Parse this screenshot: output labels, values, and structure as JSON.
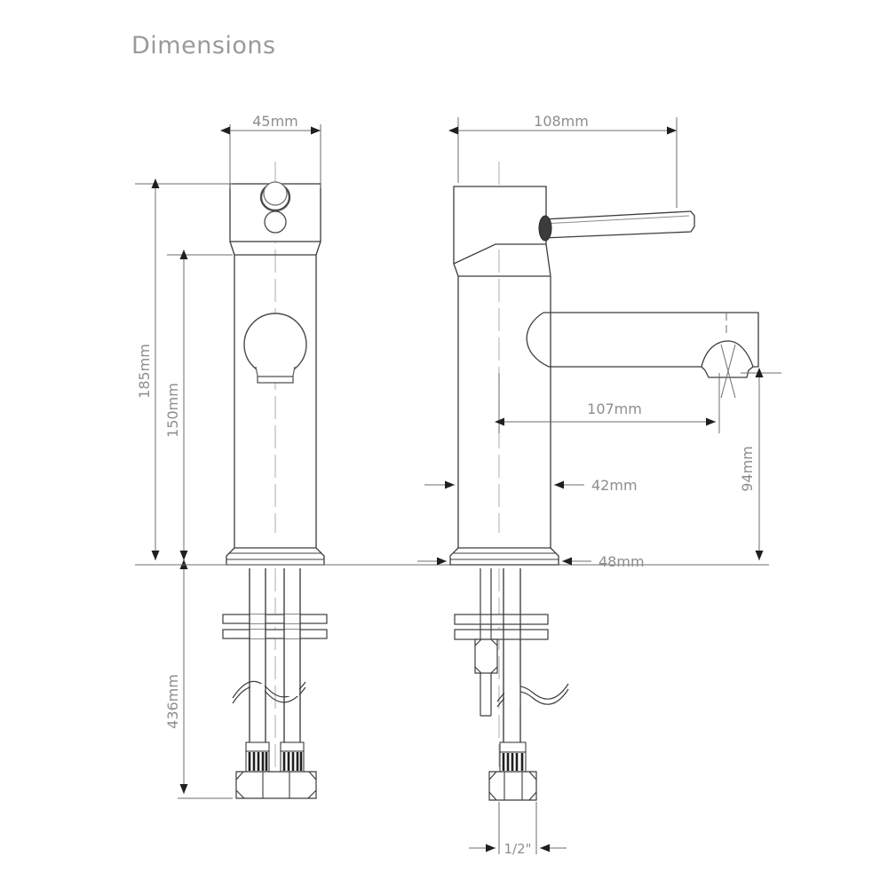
{
  "page": {
    "title": "Dimensions",
    "background_color": "#ffffff",
    "line_color": "#3c3c3c",
    "dimension_line_color": "#6e6e6e",
    "dimension_text_color": "#8d8d8d",
    "centerline_color": "#b5b5b5",
    "title_color": "#9a9a9a"
  },
  "drawing": {
    "type": "technical-dimension-drawing",
    "subject": "single-lever basin mixer tap",
    "views": [
      {
        "name": "front-view",
        "position": "left"
      },
      {
        "name": "side-view",
        "position": "right"
      }
    ],
    "reference_line": "counter-mounting-surface"
  },
  "dimensions": {
    "front_width": {
      "label": "45mm",
      "value": 45,
      "unit": "mm",
      "orientation": "horizontal",
      "view": "front-view"
    },
    "overall_height": {
      "label": "185mm",
      "value": 185,
      "unit": "mm",
      "orientation": "vertical",
      "view": "front-view"
    },
    "body_height": {
      "label": "150mm",
      "value": 150,
      "unit": "mm",
      "orientation": "vertical",
      "view": "front-view"
    },
    "hose_length": {
      "label": "436mm",
      "value": 436,
      "unit": "mm",
      "orientation": "vertical",
      "view": "front-view"
    },
    "handle_length": {
      "label": "108mm",
      "value": 108,
      "unit": "mm",
      "orientation": "horizontal",
      "view": "side-view"
    },
    "spout_reach": {
      "label": "107mm",
      "value": 107,
      "unit": "mm",
      "orientation": "horizontal",
      "view": "side-view"
    },
    "body_diameter": {
      "label": "42mm",
      "value": 42,
      "unit": "mm",
      "orientation": "horizontal",
      "view": "side-view"
    },
    "base_diameter": {
      "label": "48mm",
      "value": 48,
      "unit": "mm",
      "orientation": "horizontal",
      "view": "side-view"
    },
    "spout_height": {
      "label": "94mm",
      "value": 94,
      "unit": "mm",
      "orientation": "vertical",
      "view": "side-view"
    },
    "inlet_thread": {
      "label": "1/2\"",
      "value": "1/2",
      "unit": "inch",
      "orientation": "horizontal",
      "view": "side-view"
    }
  }
}
